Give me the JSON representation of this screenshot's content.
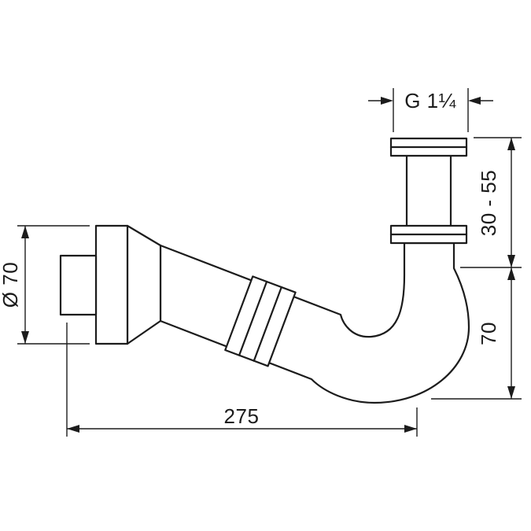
{
  "colors": {
    "background": "#ffffff",
    "line": "#1c1c1c",
    "text": "#1c1c1c"
  },
  "drawing": {
    "subject": "p-trap-siphon-technical-drawing",
    "dimensions": {
      "thread_size": "G 1¼",
      "height_adjust_range": "30 - 55",
      "flange_diameter": "Ø 70",
      "outlet_height": "70",
      "overall_length": "275"
    }
  }
}
